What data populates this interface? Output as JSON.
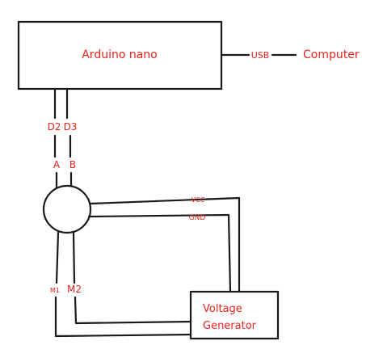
{
  "blocks": {
    "arduino": "Arduino nano",
    "voltage_line1": "Voltage",
    "voltage_line2": "Generator",
    "computer": "Computer"
  },
  "connections": {
    "usb": "USB",
    "pin_d2": "D2",
    "pin_d3": "D3",
    "signal_a": "A",
    "signal_b": "B",
    "vcc": "VCC",
    "gnd": "GND",
    "m1": "M1",
    "m2": "M2"
  },
  "colors": {
    "label": "#e8231c",
    "line": "#1a1a1a"
  }
}
